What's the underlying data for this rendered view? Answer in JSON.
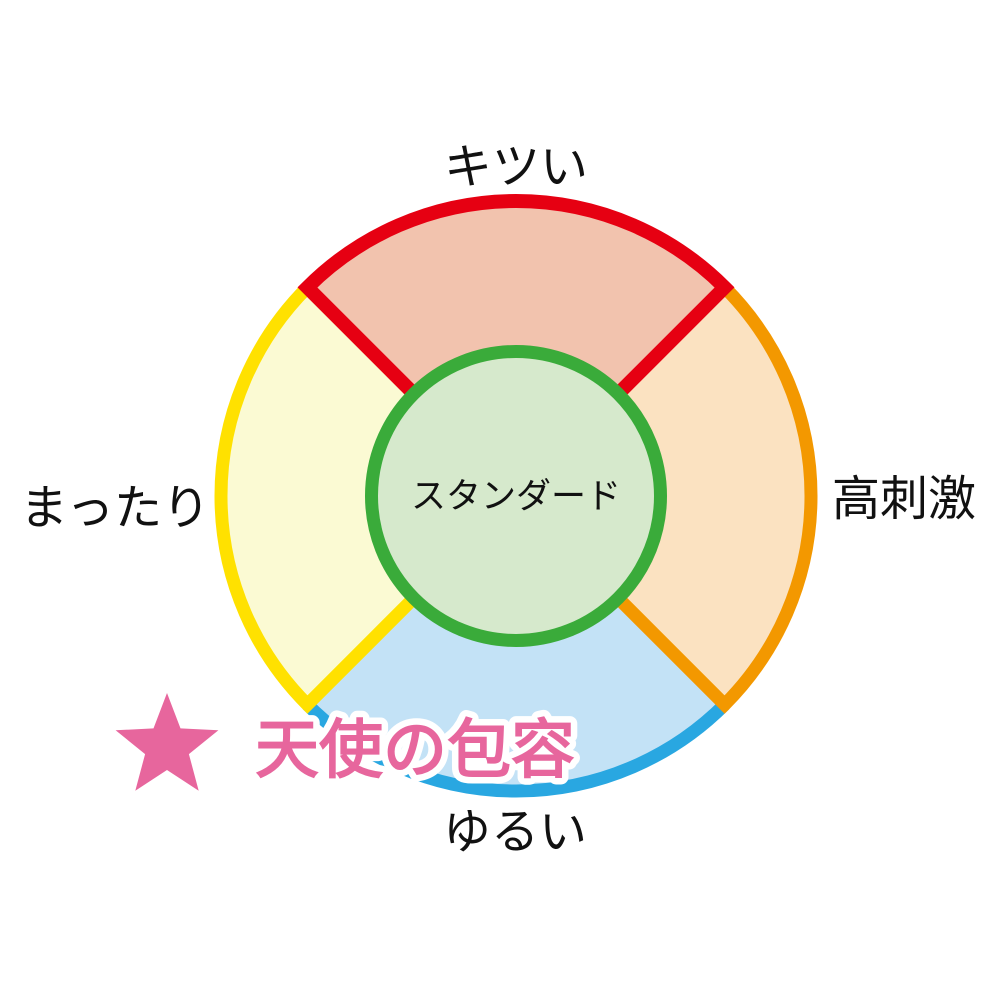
{
  "diagram": {
    "background_color": "#ffffff",
    "label_color": "#111111",
    "center_circle": {
      "label": "スタンダード",
      "stroke_color": "#3aab3a",
      "fill_color": "#d6e9cc"
    },
    "sectors": {
      "top": {
        "label": "キツい",
        "stroke_color": "#e60012",
        "fill_color": "#f2c3ae"
      },
      "right": {
        "label": "高刺激",
        "stroke_color": "#f39800",
        "fill_color": "#fbe2c1"
      },
      "bottom": {
        "label": "ゆるい",
        "stroke_color": "#29a7e1",
        "fill_color": "#c3e2f6"
      },
      "left": {
        "label": "まったり",
        "stroke_color": "#ffe100",
        "fill_color": "#fbfad3"
      }
    }
  },
  "annotation": {
    "star_icon": "five-pointed-star",
    "label": "天使の包容",
    "color": "#e7669d",
    "outline_color": "#ffffff"
  }
}
